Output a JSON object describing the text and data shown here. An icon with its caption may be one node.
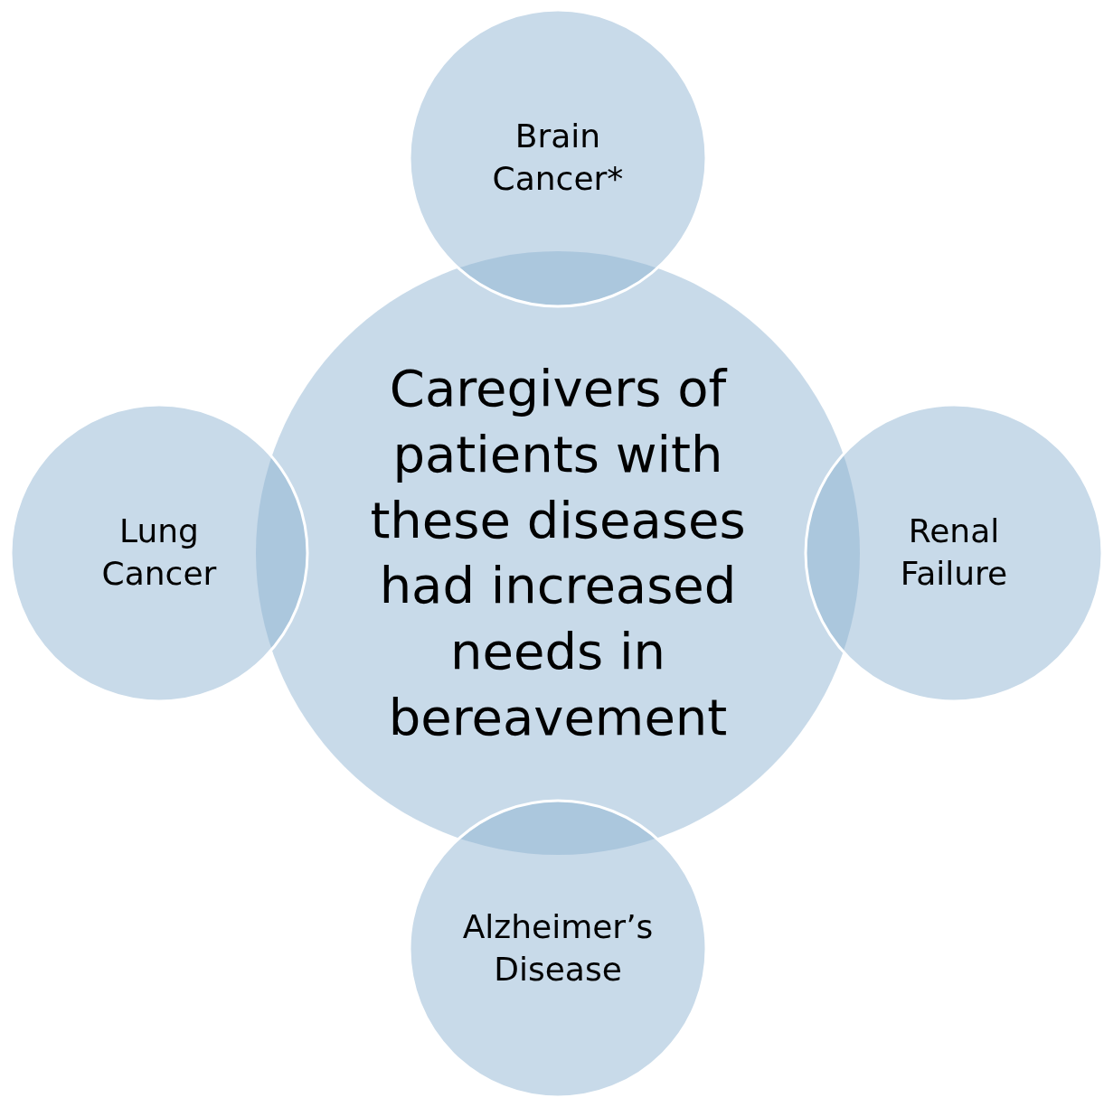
{
  "diagram": {
    "nodes": [
      {
        "text": [
          "Caregivers of patients with these diseases had increased needs in bereavement"
        ]
      },
      {
        "text": [
          "Brain Cancer*"
        ]
      },
      {
        "text": [
          "Lung Cancer"
        ]
      },
      {
        "text": [
          "Renal Failure"
        ]
      },
      {
        "text": [
          "Alzheimer’s Disease"
        ]
      }
    ]
  }
}
